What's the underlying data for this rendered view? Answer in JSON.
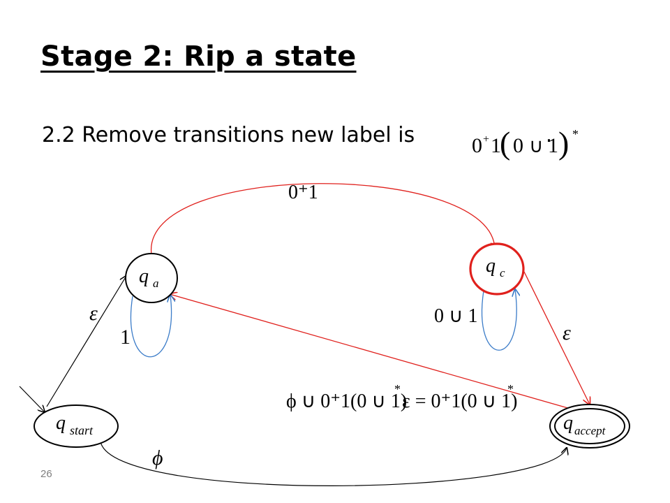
{
  "slide": {
    "title": "Stage 2: Rip a state",
    "body_text": "2.2 Remove transitions new label is",
    "body_end": ".",
    "page_number": "26"
  },
  "diagram": {
    "states": {
      "q_a": {
        "q": "q",
        "sub": "a"
      },
      "q_c": {
        "q": "q",
        "sub": "c"
      },
      "q_start": {
        "q": "q",
        "sub": "start"
      },
      "q_accept": {
        "q": "q",
        "sub": "accept"
      }
    },
    "labels": {
      "top_arc": "0⁺1",
      "epsilon_left": "ε",
      "one_loop": "1",
      "loop_c": "0 ∪ 1",
      "epsilon_right": "ε",
      "phi_bottom": "ϕ",
      "equation_lhs": "ϕ ∪ 0⁺1(0 ∪ 1)",
      "equation_mid": "ε = 0⁺1(0 ∪ 1)",
      "star": "*"
    },
    "colors": {
      "red": "#e0201c",
      "blue": "#3a7bc8",
      "black": "#000000"
    }
  }
}
